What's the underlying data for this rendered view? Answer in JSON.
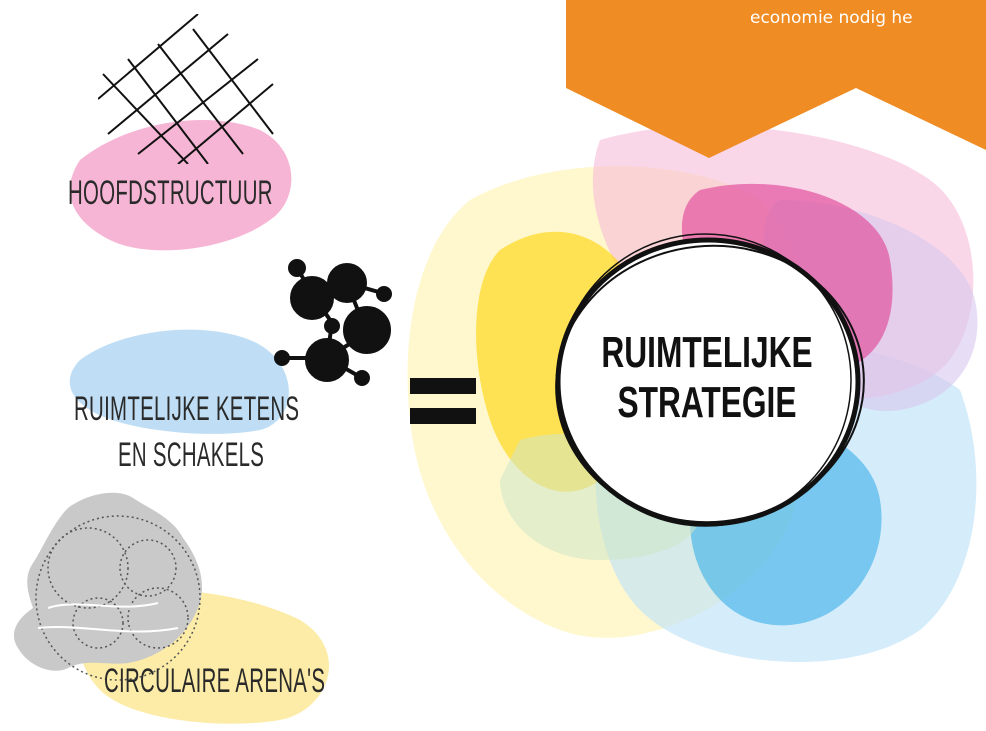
{
  "banner": {
    "text": "economie nodig he",
    "color": "#ef8c23"
  },
  "elements": [
    {
      "id": "hoofdstructuur",
      "label": "HOOFDSTRUCTUUR",
      "icon": "grid-lines-icon",
      "color": "#ee6aa7"
    },
    {
      "id": "ketens",
      "label_line1": "RUIMTELIJKE KETENS",
      "label_line2": "EN SCHAKELS",
      "icon": "network-molecule-icon",
      "color": "#8ec6ef"
    },
    {
      "id": "arenas",
      "label": "CIRCULAIRE ARENA'S",
      "icon": "province-map-icon",
      "color": "#f8e27a"
    }
  ],
  "operator": "=",
  "result": {
    "line1": "RUIMTELIJKE",
    "line2": "STRATEGIE"
  },
  "palette": {
    "pink": "#e8479a",
    "yellow": "#ffd400",
    "blue": "#29a9e8",
    "orange": "#ef8c23"
  }
}
